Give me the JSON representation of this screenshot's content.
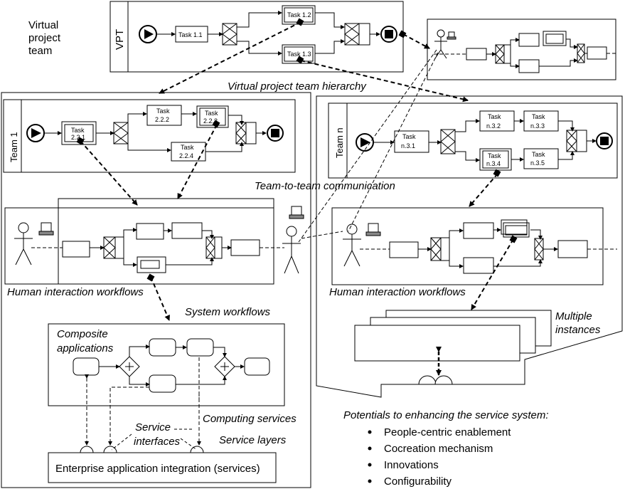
{
  "labels": {
    "vpt_heading_l1": "Virtual",
    "vpt_heading_l2": "project",
    "vpt_heading_l3": "team",
    "vpt_pool": "VPT",
    "hierarchy": "Virtual project team hierarchy",
    "team1_pool": "Team 1",
    "teamn_pool": "Team n",
    "team_to_team": "Team-to-team communication",
    "hiw_left": "Human interaction workflows",
    "hiw_right": "Human interaction workflows",
    "system_workflows": "System workflows",
    "composite_l1": "Composite",
    "composite_l2": "applications",
    "multiple_l1": "Multiple",
    "multiple_l2": "instances",
    "computing_services": "Computing services",
    "service_interfaces_l1": "Service",
    "service_interfaces_l2": "interfaces",
    "service_layers": "Service layers",
    "eai": "Enterprise application integration (services)"
  },
  "tasks": {
    "t11": "Task 1.1",
    "t12": "Task 1.2",
    "t13": "Task 1.3",
    "t221_a": "Task",
    "t221_b": "2.2.1",
    "t222_a": "Task",
    "t222_b": "2.2.2",
    "t223_a": "Task",
    "t223_b": "2.2.3",
    "t224_a": "Task",
    "t224_b": "2.2.4",
    "tn31_a": "Task",
    "tn31_b": "n.3.1",
    "tn32_a": "Task",
    "tn32_b": "n.3.2",
    "tn33_a": "Task",
    "tn33_b": "n.3.3",
    "tn34_a": "Task",
    "tn34_b": "n.3.4",
    "tn35_a": "Task",
    "tn35_b": "n.3.5"
  },
  "potentials": {
    "title": "Potentials to enhancing the service system:",
    "items": [
      "People-centric enablement",
      "Cocreation mechanism",
      "Innovations",
      "Configurability"
    ]
  }
}
